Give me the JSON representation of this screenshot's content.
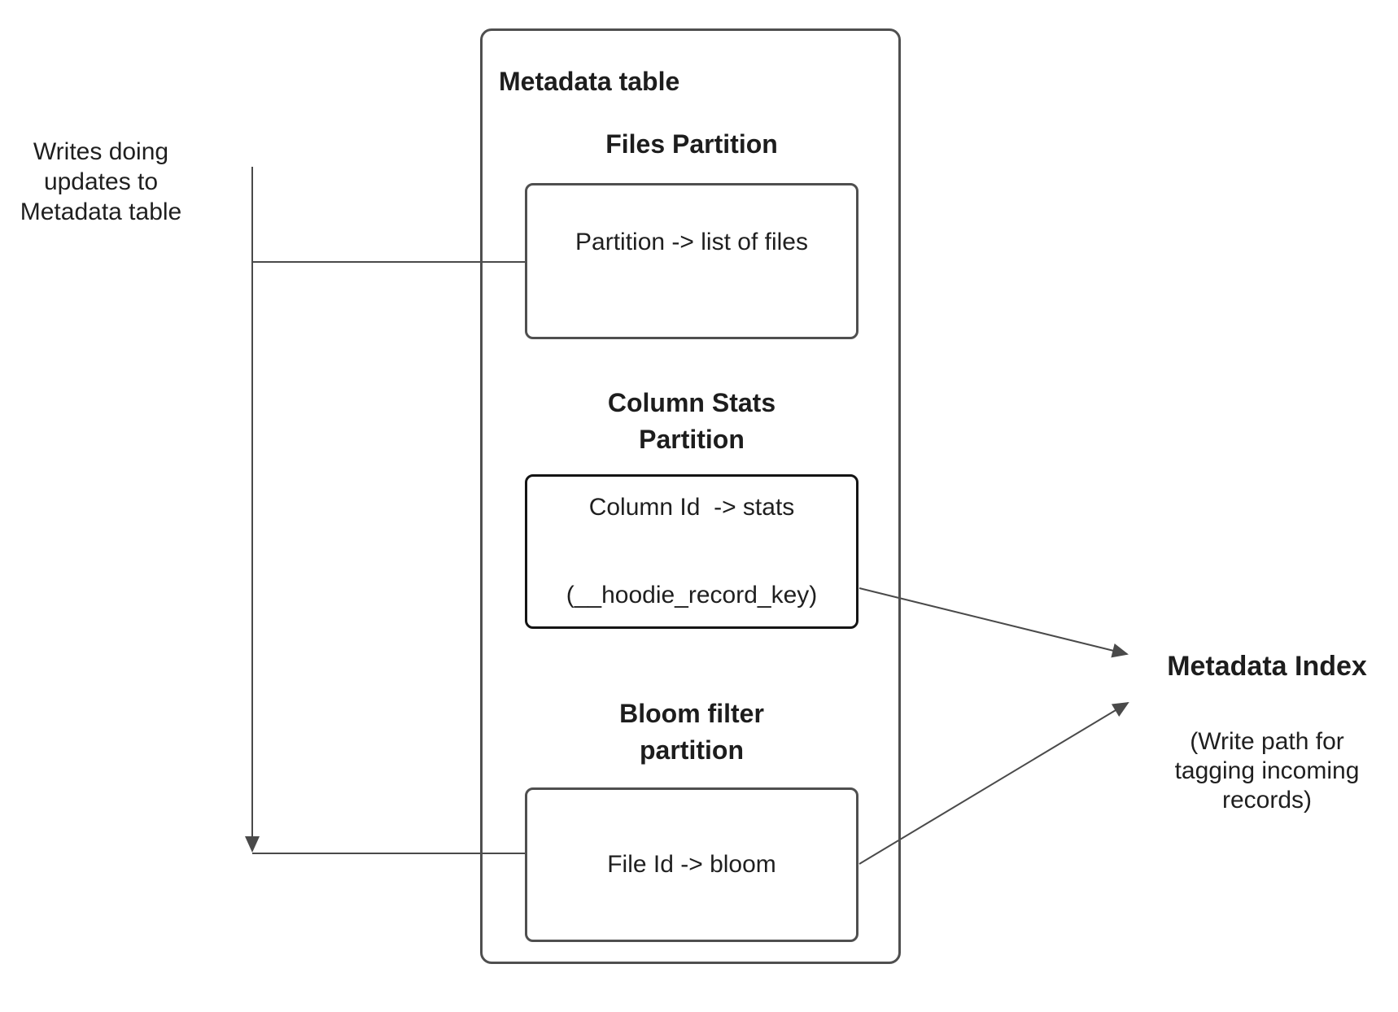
{
  "note": {
    "lines": [
      "Writes doing",
      "updates to",
      "Metadata table"
    ]
  },
  "metadata_table": {
    "title": "Metadata table",
    "files_partition": {
      "heading": "Files Partition",
      "body": [
        "Partition -> list of files"
      ]
    },
    "column_stats_partition": {
      "heading_lines": [
        "Column Stats",
        "Partition"
      ],
      "body": [
        "Column Id  -> stats",
        "(__hoodie_record_key)"
      ]
    },
    "bloom_filter_partition": {
      "heading_lines": [
        "Bloom filter",
        "partition"
      ],
      "body": [
        "File Id -> bloom"
      ]
    }
  },
  "metadata_index": {
    "title": "Metadata Index",
    "caption_lines": [
      "(Write path for",
      "tagging incoming",
      "records)"
    ]
  },
  "colors": {
    "line": "#4a4a4a",
    "text": "#1f1f1f",
    "stats_border": "#141414"
  }
}
